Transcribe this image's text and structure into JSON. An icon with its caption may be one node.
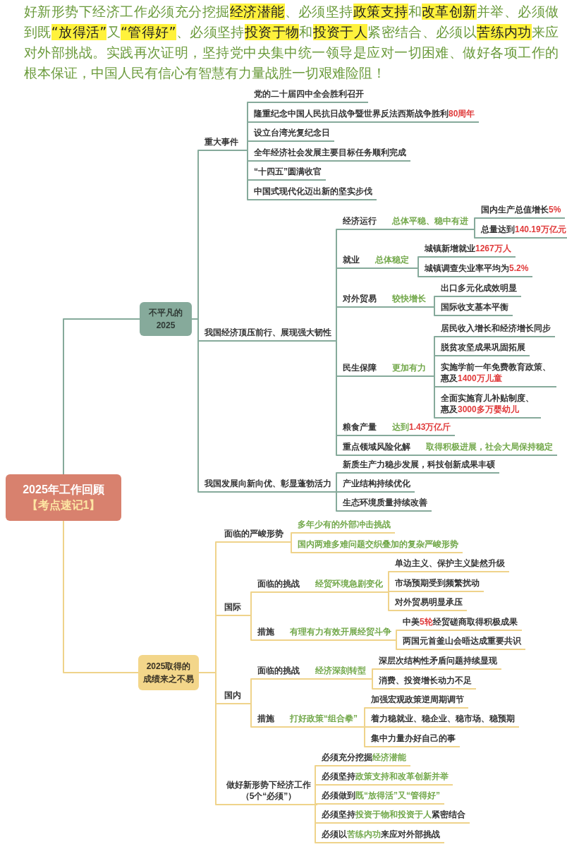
{
  "diagram": {
    "nodes": [
      {
        "text": [
          "2025年工作回顾",
          "【考点速记1】"
        ]
      },
      {
        "text": [
          "不平凡的2025"
        ]
      },
      {
        "text": [
          "重大事件"
        ]
      },
      {
        "text": [
          "党的二十届四中全会胜利召开"
        ]
      },
      {
        "text": [
          "隆重纪念中国人民抗日战争暨世界反法西斯战争胜利**80周年**"
        ]
      },
      {
        "text": [
          "设立台湾光复纪念日"
        ]
      },
      {
        "text": [
          "全年经济社会发展主要目标任务顺利完成"
        ]
      },
      {
        "text": [
          "“十四五”圆满收官"
        ]
      },
      {
        "text": [
          "中国式现代化迈出新的坚实步伐"
        ]
      },
      {
        "text": [
          "我国经济顶压前行、展现强大韧性"
        ]
      },
      {
        "text": [
          "经济运行",
          "总体平稳、稳中有进"
        ]
      },
      {
        "text": [
          "国内生产总值增长**5%**"
        ]
      },
      {
        "text": [
          "总量达到**140.19万亿元**"
        ]
      },
      {
        "text": [
          "就业",
          "总体稳定"
        ]
      },
      {
        "text": [
          "城镇新增就业**1267万人**"
        ]
      },
      {
        "text": [
          "城镇调查失业率平均为**5.2%**"
        ]
      },
      {
        "text": [
          "对外贸易",
          "较快增长"
        ]
      },
      {
        "text": [
          "出口多元化成效明显"
        ]
      },
      {
        "text": [
          "国际收支基本平衡"
        ]
      },
      {
        "text": [
          "民生保障",
          "更加有力"
        ]
      },
      {
        "text": [
          "居民收入增长和经济增长同步"
        ]
      },
      {
        "text": [
          "脱贫攻坚成果巩固拓展"
        ]
      },
      {
        "text": [
          "实施学前一年免费教育政策、惠及**1400万儿童**"
        ]
      },
      {
        "text": [
          "全面实施育儿补贴制度、惠及**3000多万婴幼儿**"
        ]
      },
      {
        "text": [
          "粮食产量",
          "达到**1.43万亿斤**"
        ]
      },
      {
        "text": [
          "重点领域风险化解",
          "取得积极进展，社会大局保持稳定"
        ]
      },
      {
        "text": [
          "我国发展向新向优、彰显蓬勃活力"
        ]
      },
      {
        "text": [
          "新质生产力稳步发展，科技创新成果丰硕"
        ]
      },
      {
        "text": [
          "产业结构持续优化"
        ]
      },
      {
        "text": [
          "生态环境质量持续改善"
        ]
      },
      {
        "text": [
          "2025取得的成绩来之不易"
        ]
      },
      {
        "text": [
          "面临的严峻形势"
        ]
      },
      {
        "text": [
          "多年少有的外部冲击挑战"
        ]
      },
      {
        "text": [
          "国内两难多难问题交织叠加的复杂严峻形势"
        ]
      },
      {
        "text": [
          "国际"
        ]
      },
      {
        "text": [
          "面临的挑战",
          "经贸环境急剧变化"
        ]
      },
      {
        "text": [
          "单边主义、保护主义陡然升级"
        ]
      },
      {
        "text": [
          "市场预期受到频繁扰动"
        ]
      },
      {
        "text": [
          "对外贸易明显承压"
        ]
      },
      {
        "text": [
          "措施",
          "有理有力有效开展经贸斗争"
        ]
      },
      {
        "text": [
          "中美**5轮**经贸磋商取得积极成果"
        ]
      },
      {
        "text": [
          "两国元首釜山会晤达成重要共识"
        ]
      },
      {
        "text": [
          "国内"
        ]
      },
      {
        "text": [
          "面临的挑战",
          "经济深刻转型"
        ]
      },
      {
        "text": [
          "深层次结构性矛盾问题持续显现"
        ]
      },
      {
        "text": [
          "消费、投资增长动力不足"
        ]
      },
      {
        "text": [
          "措施",
          "打好政策“组合拳”"
        ]
      },
      {
        "text": [
          "加强宏观政策逆周期调节"
        ]
      },
      {
        "text": [
          "着力稳就业、稳企业、稳市场、稳预期"
        ]
      },
      {
        "text": [
          "集中力量办好自己的事"
        ]
      },
      {
        "text": [
          "做好新形势下经济工作（5个“必须”）"
        ]
      },
      {
        "text": [
          "必须充分挖掘**经济潜能**"
        ]
      },
      {
        "text": [
          "必须坚持**政策支持和改革创新并举**"
        ]
      },
      {
        "text": [
          "必须做到**既“放得活”又“管得好”**"
        ]
      },
      {
        "text": [
          "必须坚持**投资于物和投资于人**紧密结合"
        ]
      },
      {
        "text": [
          "必须以**苦练内功**来应对外部挑战"
        ]
      }
    ],
    "edges": [
      {
        "from": 0,
        "to": 1,
        "arrow": "none"
      },
      {
        "from": 0,
        "to": 30,
        "arrow": "none",
        "color": "#efd38b"
      },
      {
        "from": 1,
        "to": 2,
        "arrow": "none"
      },
      {
        "from": 1,
        "to": 9,
        "arrow": "none"
      },
      {
        "from": 1,
        "to": 26,
        "arrow": "none"
      },
      {
        "from": 2,
        "to": 3,
        "arrow": "none"
      },
      {
        "from": 2,
        "to": 4,
        "arrow": "none"
      },
      {
        "from": 2,
        "to": 5,
        "arrow": "none"
      },
      {
        "from": 2,
        "to": 6,
        "arrow": "none"
      },
      {
        "from": 2,
        "to": 7,
        "arrow": "none"
      },
      {
        "from": 2,
        "to": 8,
        "arrow": "none"
      },
      {
        "from": 9,
        "to": 10,
        "arrow": "none"
      },
      {
        "from": 9,
        "to": 13,
        "arrow": "none"
      },
      {
        "from": 9,
        "to": 16,
        "arrow": "none"
      },
      {
        "from": 9,
        "to": 19,
        "arrow": "none"
      },
      {
        "from": 9,
        "to": 24,
        "arrow": "none"
      },
      {
        "from": 9,
        "to": 25,
        "arrow": "none"
      },
      {
        "from": 10,
        "to": 11,
        "arrow": "none"
      },
      {
        "from": 10,
        "to": 12,
        "arrow": "none"
      },
      {
        "from": 13,
        "to": 14,
        "arrow": "none"
      },
      {
        "from": 13,
        "to": 15,
        "arrow": "none"
      },
      {
        "from": 16,
        "to": 17,
        "arrow": "none"
      },
      {
        "from": 16,
        "to": 18,
        "arrow": "none"
      },
      {
        "from": 19,
        "to": 20,
        "arrow": "none"
      },
      {
        "from": 19,
        "to": 21,
        "arrow": "none"
      },
      {
        "from": 19,
        "to": 22,
        "arrow": "none"
      },
      {
        "from": 19,
        "to": 23,
        "arrow": "none"
      },
      {
        "from": 26,
        "to": 27,
        "arrow": "none"
      },
      {
        "from": 26,
        "to": 28,
        "arrow": "none"
      },
      {
        "from": 26,
        "to": 29,
        "arrow": "none"
      },
      {
        "from": 30,
        "to": 31,
        "arrow": "none",
        "color": "#efd38b"
      },
      {
        "from": 30,
        "to": 34,
        "arrow": "none",
        "color": "#efd38b"
      },
      {
        "from": 30,
        "to": 42,
        "arrow": "none",
        "color": "#efd38b"
      },
      {
        "from": 30,
        "to": 50,
        "arrow": "none",
        "color": "#efd38b"
      },
      {
        "from": 31,
        "to": 32,
        "arrow": "none",
        "color": "#efd38b"
      },
      {
        "from": 31,
        "to": 33,
        "arrow": "none",
        "color": "#efd38b"
      },
      {
        "from": 34,
        "to": 35,
        "arrow": "none",
        "color": "#efd38b"
      },
      {
        "from": 34,
        "to": 39,
        "arrow": "none",
        "color": "#efd38b"
      },
      {
        "from": 35,
        "to": 36,
        "arrow": "none",
        "color": "#efd38b"
      },
      {
        "from": 35,
        "to": 37,
        "arrow": "none",
        "color": "#efd38b"
      },
      {
        "from": 35,
        "to": 38,
        "arrow": "none",
        "color": "#efd38b"
      },
      {
        "from": 39,
        "to": 40,
        "arrow": "none",
        "color": "#efd38b"
      },
      {
        "from": 39,
        "to": 41,
        "arrow": "none",
        "color": "#efd38b"
      },
      {
        "from": 42,
        "to": 43,
        "arrow": "none",
        "color": "#efd38b"
      },
      {
        "from": 42,
        "to": 46,
        "arrow": "none",
        "color": "#efd38b"
      },
      {
        "from": 43,
        "to": 44,
        "arrow": "none",
        "color": "#efd38b"
      },
      {
        "from": 43,
        "to": 45,
        "arrow": "none",
        "color": "#efd38b"
      },
      {
        "from": 46,
        "to": 47,
        "arrow": "none",
        "color": "#efd38b"
      },
      {
        "from": 46,
        "to": 48,
        "arrow": "none",
        "color": "#efd38b"
      },
      {
        "from": 46,
        "to": 49,
        "arrow": "none",
        "color": "#efd38b"
      },
      {
        "from": 50,
        "to": 51,
        "arrow": "none",
        "color": "#efd38b"
      },
      {
        "from": 50,
        "to": 52,
        "arrow": "none",
        "color": "#efd38b"
      },
      {
        "from": 50,
        "to": 53,
        "arrow": "none",
        "color": "#efd38b"
      },
      {
        "from": 50,
        "to": 54,
        "arrow": "none",
        "color": "#efd38b"
      },
      {
        "from": 50,
        "to": 55,
        "arrow": "none",
        "color": "#efd38b"
      }
    ],
    "labels": [
      "好新形势下经济工作必须充分挖掘**经济潜能**、必须坚持**政策支持**和**改革创新**并举、必须做到既**“放得活”**又**“管得好”**、必须坚持**投资于物**和**投资于人**紧密结合、必须以**苦练内功**来应对外部挑战。实践再次证明，坚持党中央集中统一领导是应对一切困难、做好各项工作的根本保证，中国人民有信心有智慧有力量战胜一切艰难险阻！"
    ]
  }
}
